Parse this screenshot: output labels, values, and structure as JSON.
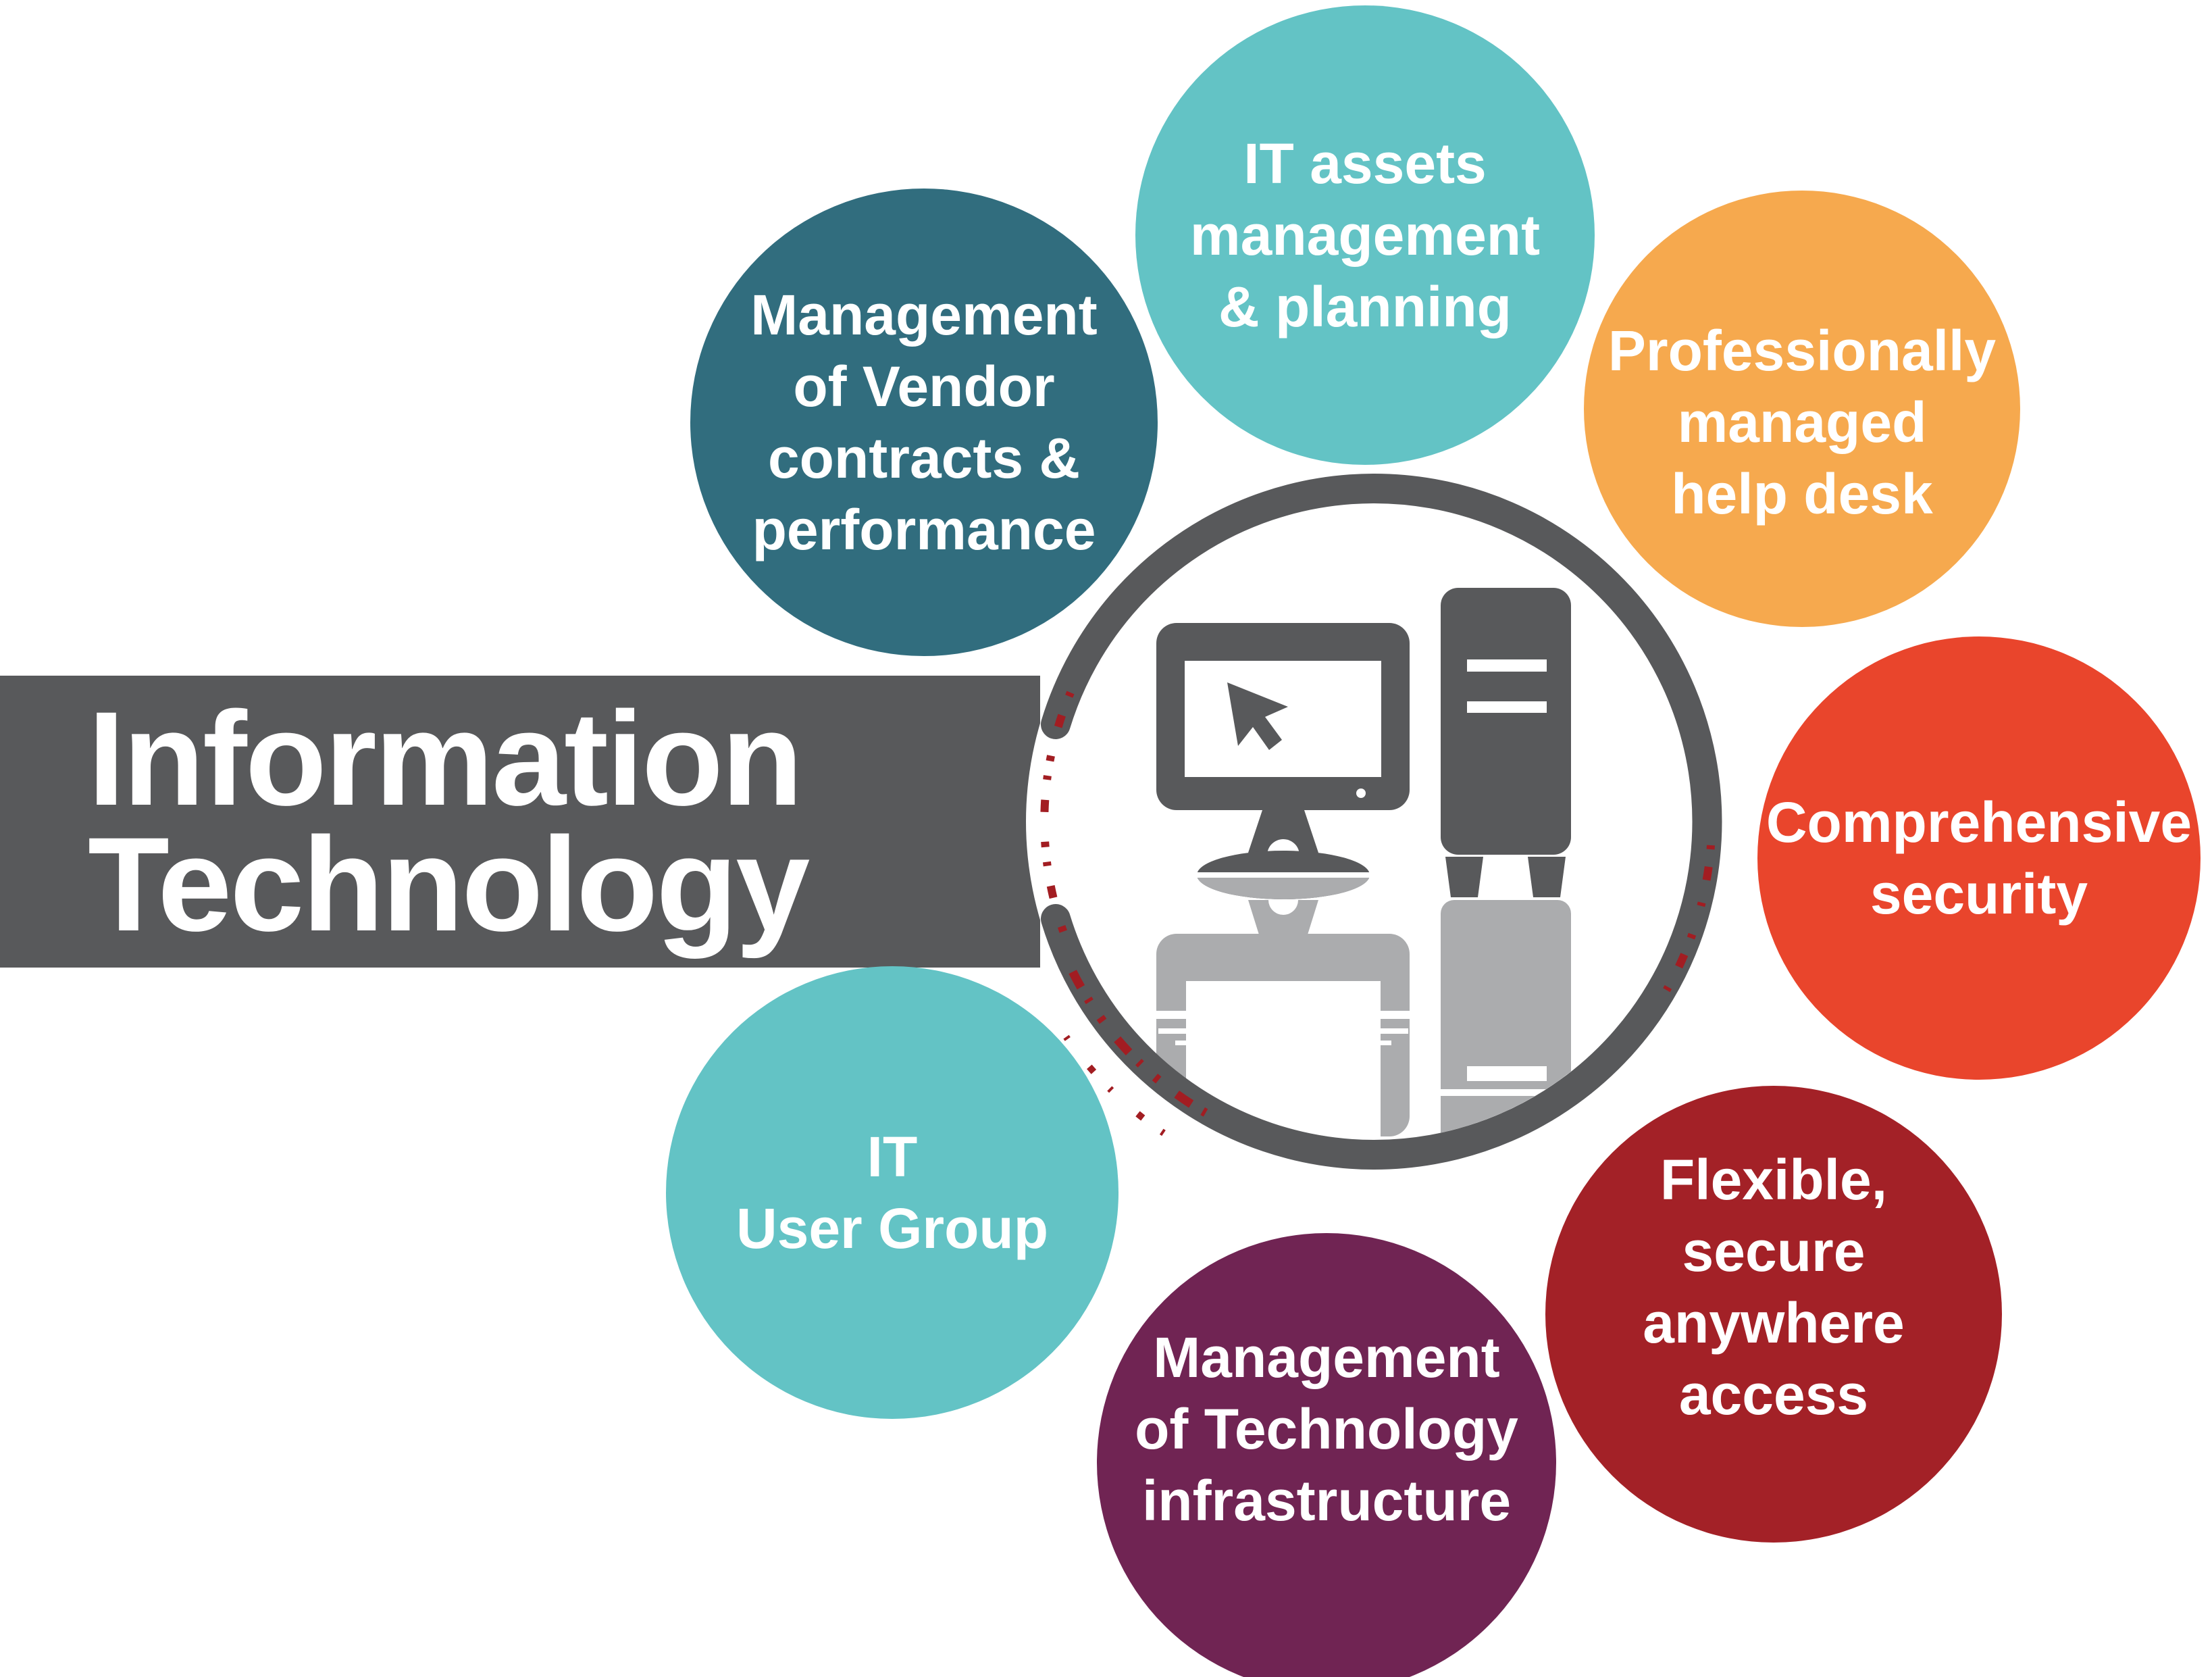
{
  "banner": {
    "lines": [
      "Information",
      "Technology"
    ],
    "bg_color": "#58595B",
    "text_color": "#FFFFFF"
  },
  "bubbles": [
    {
      "id": "it-assets",
      "lines": [
        "IT assets",
        "management",
        "& planning"
      ],
      "color": "#63C3C5"
    },
    {
      "id": "vendor",
      "lines": [
        "Management",
        "of Vendor",
        "contracts &",
        "performance"
      ],
      "color": "#316D7E"
    },
    {
      "id": "helpdesk",
      "lines": [
        "Professionally",
        "managed",
        "help desk"
      ],
      "color": "#F6A94E"
    },
    {
      "id": "security",
      "lines": [
        "Comprehensive",
        "security"
      ],
      "color": "#E9452C"
    },
    {
      "id": "flexible",
      "lines": [
        "Flexible,",
        "secure",
        "anywhere",
        "access"
      ],
      "color": "#A32127"
    },
    {
      "id": "infrastructure",
      "lines": [
        "Management",
        "of Technology",
        "infrastructure"
      ],
      "color": "#702453"
    },
    {
      "id": "usergroup",
      "lines": [
        "IT",
        "User Group"
      ],
      "color": "#63C3C5"
    }
  ],
  "center": {
    "icon": "desktop-computer",
    "ring_color": "#58595B",
    "fill_color": "#FFFFFF",
    "icon_color": "#58595B",
    "reflection_color": "#ABACAE",
    "speckle_color": "#A21D22"
  }
}
